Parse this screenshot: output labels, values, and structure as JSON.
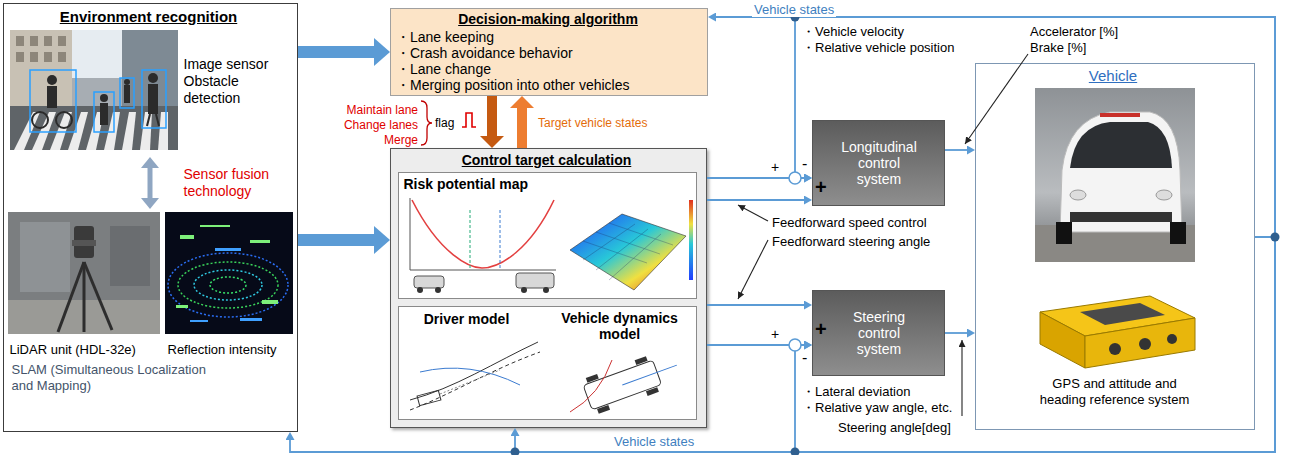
{
  "diagram": {
    "nodes": [
      {
        "text": [
          "Environment recognition",
          "Image sensor Obstacle detection",
          "Sensor fusion technology",
          "LiDAR unit (HDL-32e)",
          "Reflection intensity",
          "SLAM (Simultaneous Localization and Mapping)"
        ]
      },
      {
        "text": [
          "Decision-making algorithm",
          "・Lane keeping",
          "・Crash avoidance behavior",
          "・Lane change",
          "・Merging position into other vehicles"
        ]
      },
      {
        "text": [
          "Control target calculation"
        ]
      },
      {
        "text": [
          "Risk potential map"
        ],
        "in": 2
      },
      {
        "text": [
          "Driver model",
          "Vehicle dynamics model"
        ],
        "in": 2
      },
      {
        "text": [
          "Longitudinal control system"
        ]
      },
      {
        "text": [
          "Steering control system"
        ]
      },
      {
        "text": [
          "Vehicle",
          "GPS and attitude and heading reference system"
        ]
      }
    ],
    "edges": [
      {
        "from": 0,
        "to": 1,
        "arrow": "to"
      },
      {
        "from": 0,
        "to": 2,
        "arrow": "to"
      },
      {
        "from": 1,
        "to": 2,
        "arrow": "to"
      },
      {
        "from": 2,
        "to": 1,
        "arrow": "to"
      },
      {
        "from": 2,
        "to": 5,
        "arrow": "to"
      },
      {
        "from": 2,
        "to": 5,
        "arrow": "to"
      },
      {
        "from": 2,
        "to": 6,
        "arrow": "to"
      },
      {
        "from": 2,
        "to": 6,
        "arrow": "to"
      },
      {
        "from": 5,
        "to": 7,
        "arrow": "to"
      },
      {
        "from": 6,
        "to": 7,
        "arrow": "to"
      },
      {
        "from": 7,
        "to": 1,
        "label": "Vehicle states",
        "arrow": "to"
      },
      {
        "from": 7,
        "to": 5,
        "arrow": "to"
      },
      {
        "from": 7,
        "to": 6,
        "arrow": "to"
      },
      {
        "from": 7,
        "to": 2,
        "label": "Vehicle states",
        "arrow": "to"
      },
      {
        "from": 7,
        "to": 0,
        "arrow": "to"
      }
    ],
    "labels": [
      "Maintain lane",
      "Change lanes",
      "Merge",
      "flag",
      "Target vehicle states",
      "・Vehicle velocity",
      "・Relative vehicle position",
      "Accelerator [%]",
      "Brake [%]",
      "+",
      "-",
      "Feedforward speed control",
      "Feedforward steering angle",
      "+",
      "-",
      "・Lateral deviation",
      "・Relative yaw angle, etc.",
      "Steering angle[deg]",
      "+",
      "+"
    ]
  }
}
